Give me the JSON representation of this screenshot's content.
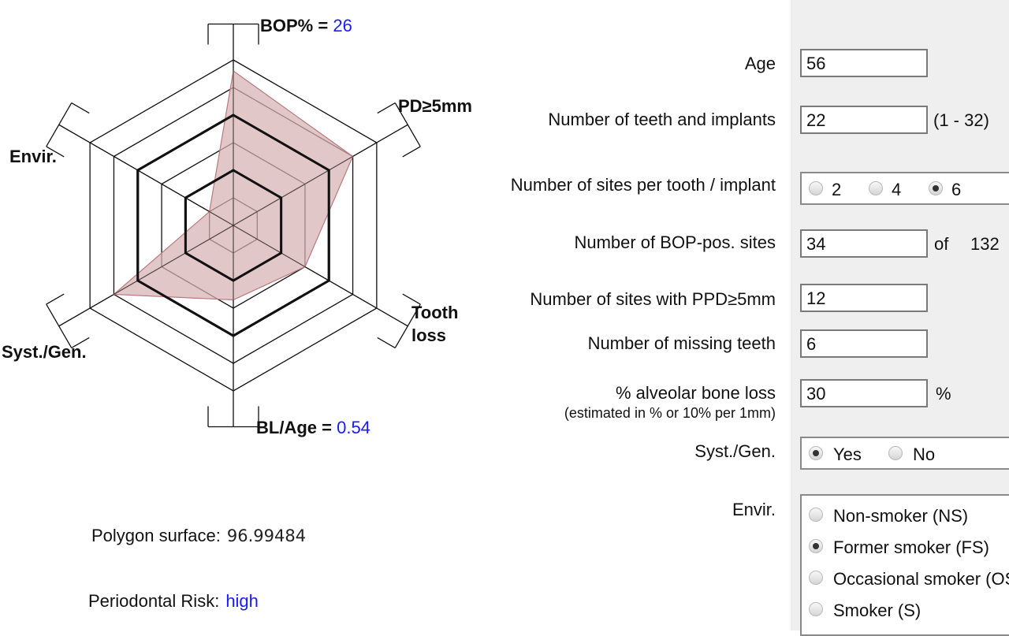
{
  "chart_data": {
    "type": "radar",
    "axes": [
      "BOP%",
      "PD≥5mm",
      "Tooth loss",
      "BL/Age",
      "Syst./Gen.",
      "Envir."
    ],
    "labels": {
      "bop": "BOP% =",
      "bop_value": "26",
      "pd": "PD≥5mm",
      "tooth_loss": "Tooth loss",
      "bl_age": "BL/Age =",
      "bl_age_value": "0.54",
      "syst": "Syst./Gen.",
      "envir": "Envir."
    },
    "risk_values": [
      5.6,
      5.0,
      3.0,
      2.7,
      5.0,
      1.0
    ],
    "ring_max": 6,
    "bold_rings": [
      2,
      4
    ],
    "colors": {
      "polygon_fill": "#d6b1b3",
      "polygon_stroke": "#b97a7d",
      "grid": "#111111"
    }
  },
  "summary": {
    "surface_label": "Polygon surface:",
    "surface_value": "96.99484",
    "risk_label": "Periodontal Risk:",
    "risk_value": "high"
  },
  "form": {
    "age": {
      "label": "Age",
      "value": "56"
    },
    "teeth": {
      "label": "Number of teeth and implants",
      "value": "22",
      "range": "(1 - 32)"
    },
    "sites": {
      "label": "Number of sites per tooth / implant",
      "options": [
        "2",
        "4",
        "6"
      ],
      "selected": "6"
    },
    "bop_sites": {
      "label": "Number of BOP-pos. sites",
      "value": "34",
      "of": "of",
      "total": "132"
    },
    "ppd_sites": {
      "label": "Number of sites with PPD≥5mm",
      "value": "12"
    },
    "missing": {
      "label": "Number of missing teeth",
      "value": "6"
    },
    "bone_loss": {
      "label": "% alveolar bone loss",
      "sublabel": "(estimated in % or 10% per 1mm)",
      "value": "30",
      "unit": "%"
    },
    "syst": {
      "label": "Syst./Gen.",
      "options": [
        "Yes",
        "No"
      ],
      "selected": "Yes"
    },
    "envir": {
      "label": "Envir.",
      "options": [
        "Non-smoker (NS)",
        "Former smoker (FS)",
        "Occasional smoker (OS)",
        "Smoker (S)"
      ],
      "selected": "Former smoker (FS)"
    }
  }
}
